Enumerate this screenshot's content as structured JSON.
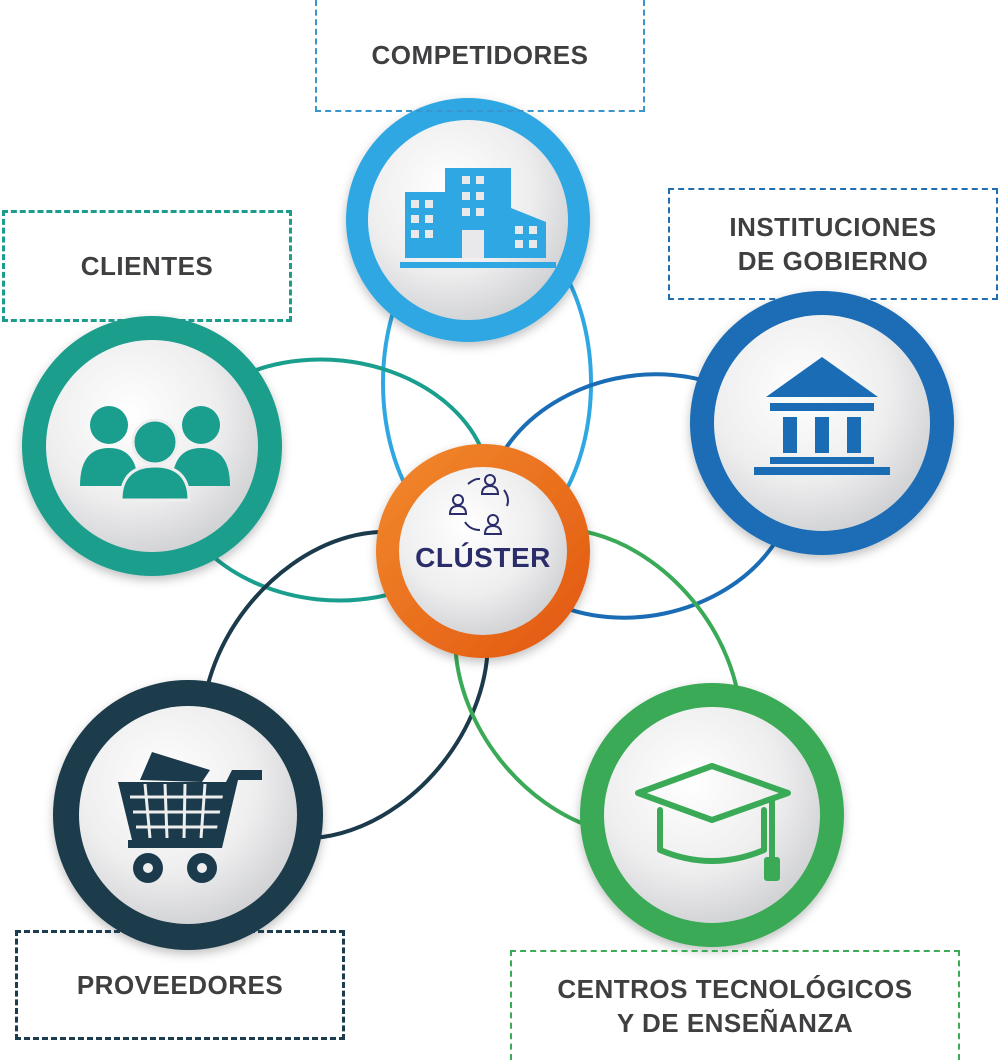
{
  "center": {
    "label": "CLÚSTER",
    "icon": "people-cycle-icon",
    "color": "#e8661a"
  },
  "nodes": [
    {
      "id": "competidores",
      "label_lines": [
        "COMPETIDORES"
      ],
      "icon": "buildings-icon",
      "color": "#2fa7e2"
    },
    {
      "id": "clientes",
      "label_lines": [
        "CLIENTES"
      ],
      "icon": "people-group-icon",
      "color": "#1a9e8d"
    },
    {
      "id": "instituciones",
      "label_lines": [
        "INSTITUCIONES",
        "DE GOBIERNO"
      ],
      "icon": "government-building-icon",
      "color": "#1a6db5"
    },
    {
      "id": "proveedores",
      "label_lines": [
        "PROVEEDORES"
      ],
      "icon": "shopping-cart-icon",
      "color": "#1b3a4b"
    },
    {
      "id": "centros",
      "label_lines": [
        "CENTROS TECNOLÓGICOS",
        "Y DE ENSEÑANZA"
      ],
      "icon": "graduation-cap-icon",
      "color": "#3aaa57"
    }
  ]
}
